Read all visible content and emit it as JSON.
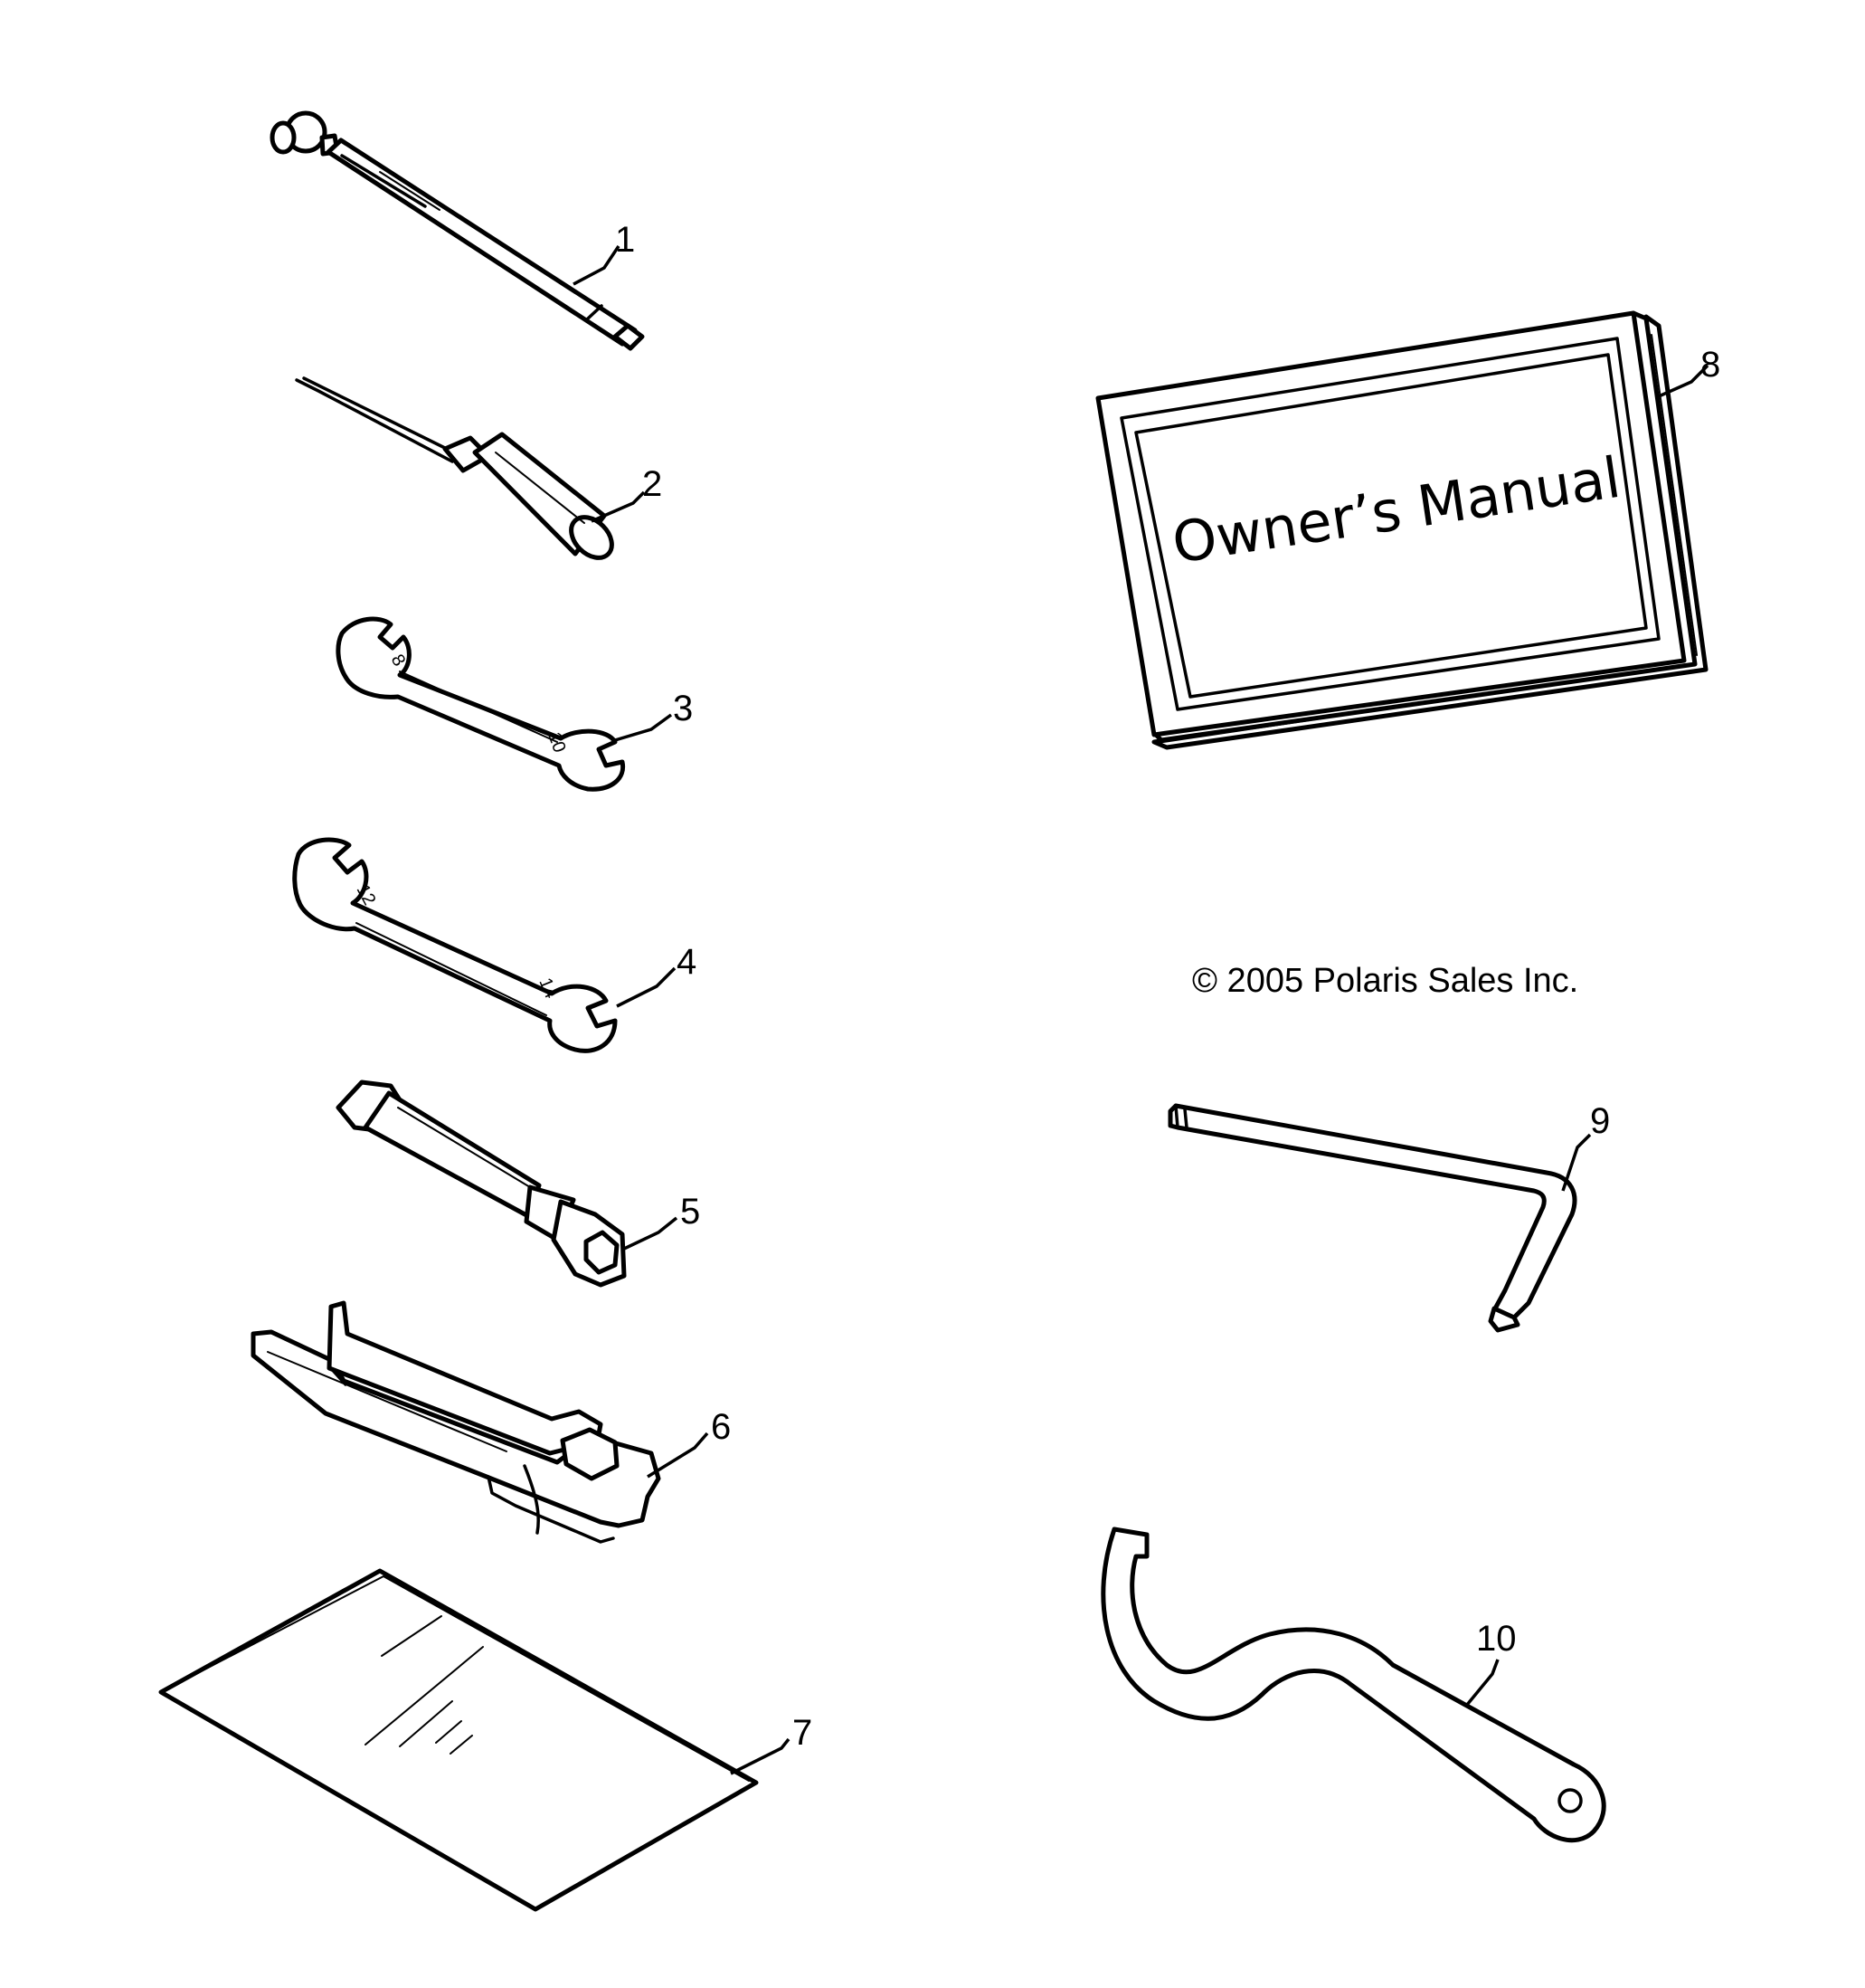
{
  "callouts": {
    "c1": "1",
    "c2": "2",
    "c3": "3",
    "c4": "4",
    "c5": "5",
    "c6": "6",
    "c7": "7",
    "c8": "8",
    "c9": "9",
    "c10": "10"
  },
  "manual": {
    "title": "Owner’s Manual"
  },
  "wrench_marks": {
    "w3_small": "8",
    "w3_large": "10",
    "w4_small": "12",
    "w4_large": "14"
  },
  "copyright": "© 2005 Polaris Sales Inc.",
  "colors": {
    "line": "#000000",
    "background": "#ffffff"
  }
}
